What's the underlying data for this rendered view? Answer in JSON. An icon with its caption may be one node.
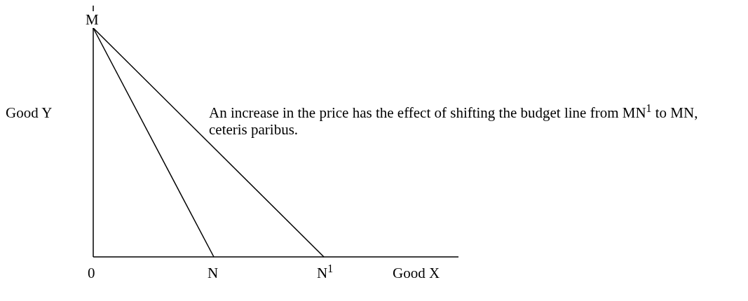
{
  "diagram": {
    "labels": [
      "M",
      "Good Y",
      "An increase in the price has the effect of shifting the budget line from MN$^{1}$ to MN, ceteris paribus.",
      "0",
      "N",
      "N$^{1}$",
      "Good X"
    ]
  }
}
